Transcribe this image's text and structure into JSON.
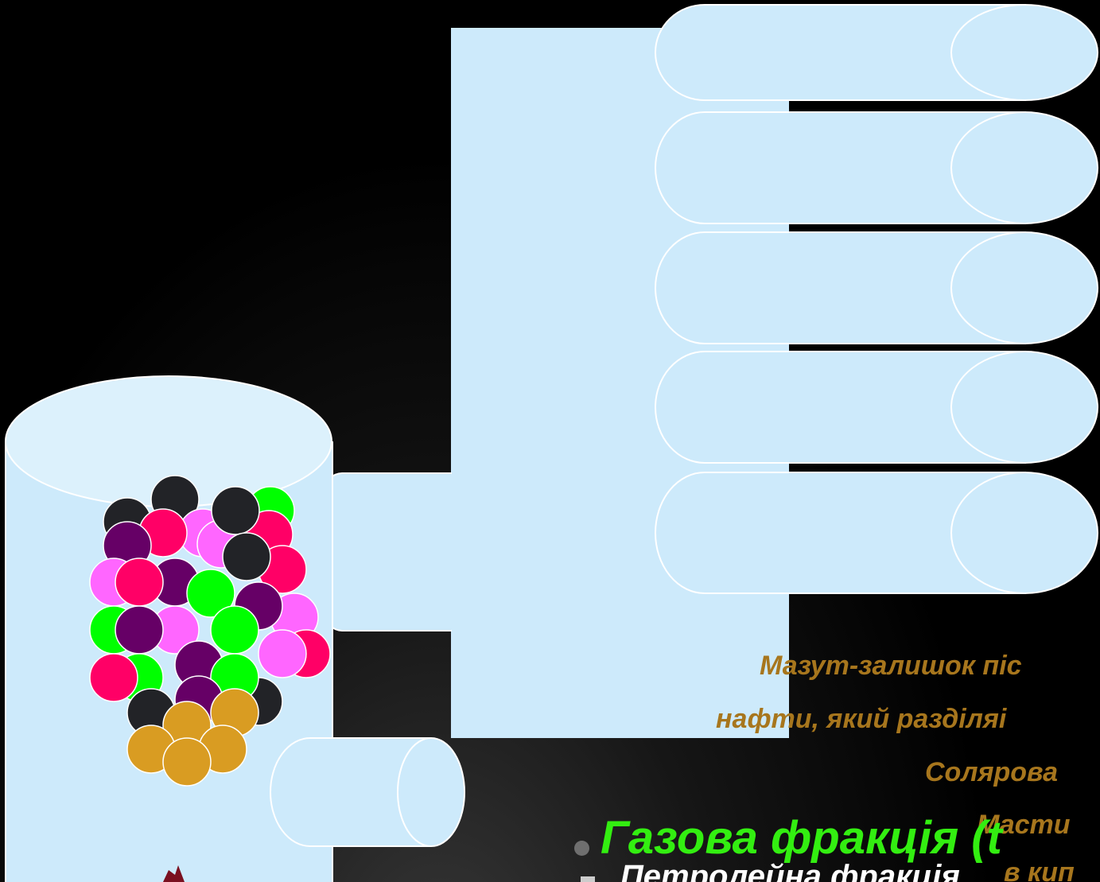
{
  "colors": {
    "background": "#000000",
    "apparatus_fill": "#cdeafb",
    "apparatus_stroke": "#ffffff",
    "molecule_black": "#222327",
    "molecule_green": "#00ff00",
    "molecule_crimson": "#ff0066",
    "molecule_pink": "#ff66ff",
    "molecule_purple": "#660066",
    "molecule_gold": "#d99c22",
    "mazut_text": "#a7761d",
    "gas_text": "#33ee11",
    "petroleum_text": "#ffffff"
  },
  "labels": {
    "mazut_line_1": "Мазут-залишок піс",
    "mazut_line_2": "нафти, який разділяі",
    "mazut_line_3": "Солярова",
    "mazut_line_4": "Масти",
    "mazut_line_5": "в кип",
    "gas_fraction": "Газова фракція (t",
    "petroleum_fraction": "Петролейна фракція"
  },
  "icons": {
    "bullet": "round-bullet",
    "bullet_2": "square-bullet"
  }
}
